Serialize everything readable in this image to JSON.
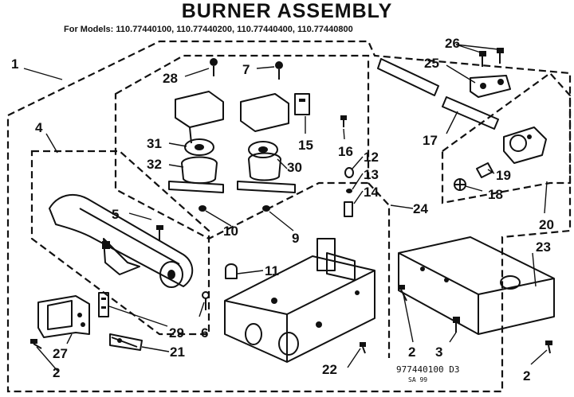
{
  "title": "BURNER ASSEMBLY",
  "models_line": "For Models: 110.77440100, 110.77440200, 110.77440400, 110.77440800",
  "drawing_code": "977440100  D3",
  "drawing_subcode": "SA 99",
  "callouts": {
    "p1": "1",
    "p2a": "2",
    "p2b": "2",
    "p2c": "2",
    "p3": "3",
    "p4": "4",
    "p5": "5",
    "p6": "6",
    "p7": "7",
    "p9": "9",
    "p10": "10",
    "p11": "11",
    "p12": "12",
    "p13": "13",
    "p14": "14",
    "p15": "15",
    "p16": "16",
    "p17": "17",
    "p18": "18",
    "p19": "19",
    "p20": "20",
    "p21": "21",
    "p22": "22",
    "p23": "23",
    "p24": "24",
    "p25": "25",
    "p26": "26",
    "p27": "27",
    "p28": "28",
    "p29": "29",
    "p30": "30",
    "p31": "31",
    "p32": "32"
  }
}
